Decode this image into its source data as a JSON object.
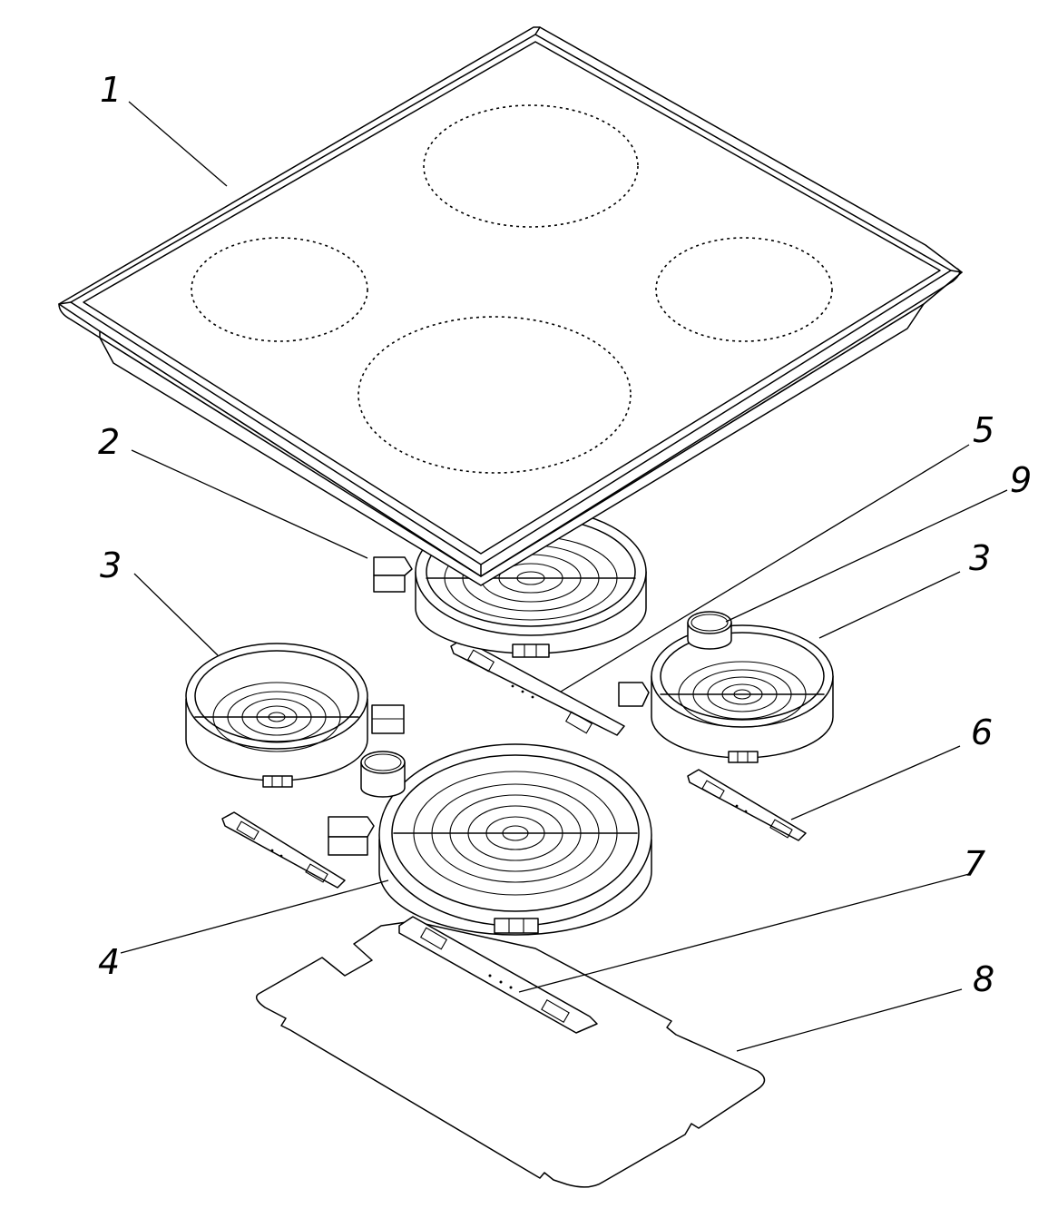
{
  "callouts": {
    "part_1": "1",
    "part_2": "2",
    "part_3_left": "3",
    "part_3_right": "3",
    "part_4": "4",
    "part_5": "5",
    "part_6": "6",
    "part_7": "7",
    "part_8": "8",
    "part_9": "9"
  }
}
